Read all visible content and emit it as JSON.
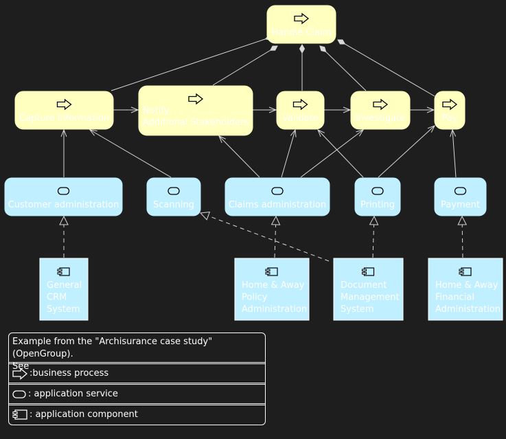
{
  "nodes": [
    {
      "id": "handle-claim",
      "label": "Handle Claim",
      "kind": "process"
    },
    {
      "id": "capture-information",
      "label": "Capture Information",
      "kind": "process"
    },
    {
      "id": "notify-stakeholders",
      "label": "Notify\nAdditional Stakeholders",
      "kind": "process"
    },
    {
      "id": "validate",
      "label": "Validate",
      "kind": "process"
    },
    {
      "id": "investigate",
      "label": "Investigate",
      "kind": "process"
    },
    {
      "id": "pay",
      "label": "Pay",
      "kind": "process"
    },
    {
      "id": "customer-administration",
      "label": "Customer administration",
      "kind": "service"
    },
    {
      "id": "scanning",
      "label": "Scanning",
      "kind": "service"
    },
    {
      "id": "claims-administration",
      "label": "Claims administration",
      "kind": "service"
    },
    {
      "id": "printing",
      "label": "Printing",
      "kind": "service"
    },
    {
      "id": "payment",
      "label": "Payment",
      "kind": "service"
    },
    {
      "id": "general-crm",
      "label": "General\nCRM\nSystem",
      "kind": "component"
    },
    {
      "id": "home-away-policy",
      "label": "Home & Away\nPolicy\nAdministration",
      "kind": "component"
    },
    {
      "id": "document-management",
      "label": "Document\nManagement\nSystem",
      "kind": "component"
    },
    {
      "id": "home-away-financial",
      "label": "Home & Away\nFinancial\nAdministration",
      "kind": "component"
    }
  ],
  "edges": [
    {
      "from": "handle-claim",
      "to": "capture-information",
      "type": "composition"
    },
    {
      "from": "handle-claim",
      "to": "notify-stakeholders",
      "type": "composition"
    },
    {
      "from": "handle-claim",
      "to": "validate",
      "type": "composition"
    },
    {
      "from": "handle-claim",
      "to": "investigate",
      "type": "composition"
    },
    {
      "from": "handle-claim",
      "to": "pay",
      "type": "composition"
    },
    {
      "from": "capture-information",
      "to": "notify-stakeholders",
      "type": "triggering"
    },
    {
      "from": "notify-stakeholders",
      "to": "validate",
      "type": "triggering"
    },
    {
      "from": "validate",
      "to": "investigate",
      "type": "triggering"
    },
    {
      "from": "investigate",
      "to": "pay",
      "type": "triggering"
    },
    {
      "from": "customer-administration",
      "to": "capture-information",
      "type": "serving"
    },
    {
      "from": "scanning",
      "to": "capture-information",
      "type": "serving"
    },
    {
      "from": "claims-administration",
      "to": "notify-stakeholders",
      "type": "serving"
    },
    {
      "from": "claims-administration",
      "to": "validate",
      "type": "serving"
    },
    {
      "from": "claims-administration",
      "to": "investigate",
      "type": "serving"
    },
    {
      "from": "printing",
      "to": "validate",
      "type": "serving"
    },
    {
      "from": "printing",
      "to": "pay",
      "type": "serving"
    },
    {
      "from": "payment",
      "to": "pay",
      "type": "serving"
    },
    {
      "from": "general-crm",
      "to": "customer-administration",
      "type": "realization"
    },
    {
      "from": "home-away-policy",
      "to": "claims-administration",
      "type": "realization"
    },
    {
      "from": "document-management",
      "to": "scanning",
      "type": "realization"
    },
    {
      "from": "document-management",
      "to": "printing",
      "type": "realization"
    },
    {
      "from": "home-away-financial",
      "to": "payment",
      "type": "realization"
    }
  ],
  "legend": {
    "header_line1": "Example from the \"Archisurance case study\" (OpenGroup).",
    "header_line2": "See",
    "business_process": ":business process",
    "application_service": ": application service",
    "application_component": ": application component"
  },
  "colors": {
    "background": "#1e1e1e",
    "process_fill": "#ffffc0",
    "service_fill": "#c0efff",
    "component_fill": "#c0efff",
    "line": "#d8d8d8",
    "text": "#ffffff"
  }
}
